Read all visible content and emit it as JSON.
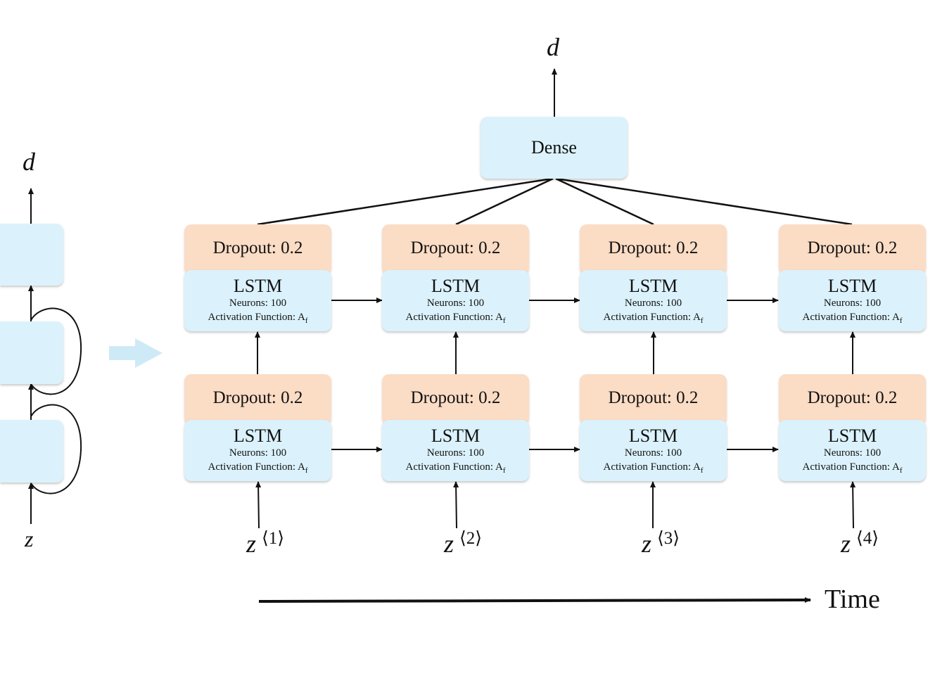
{
  "output_symbol": "d",
  "input_symbol": "z",
  "dense_label": "Dense",
  "dropout_label": "Dropout: 0.2",
  "lstm": {
    "title": "LSTM",
    "neurons": "Neurons: 100",
    "activation": "Activation Function: A",
    "activation_sub": "f"
  },
  "time_steps": [
    {
      "symbol": "z",
      "superscript": "⟨1⟩"
    },
    {
      "symbol": "z",
      "superscript": "⟨2⟩"
    },
    {
      "symbol": "z",
      "superscript": "⟨3⟩"
    },
    {
      "symbol": "z",
      "superscript": "⟨4⟩"
    }
  ],
  "time_label": "Time",
  "colors": {
    "lstm_fill": "#dbf2fc",
    "dropout_fill": "#fbdcc5",
    "unfold_arrow": "#cfeaf7"
  }
}
